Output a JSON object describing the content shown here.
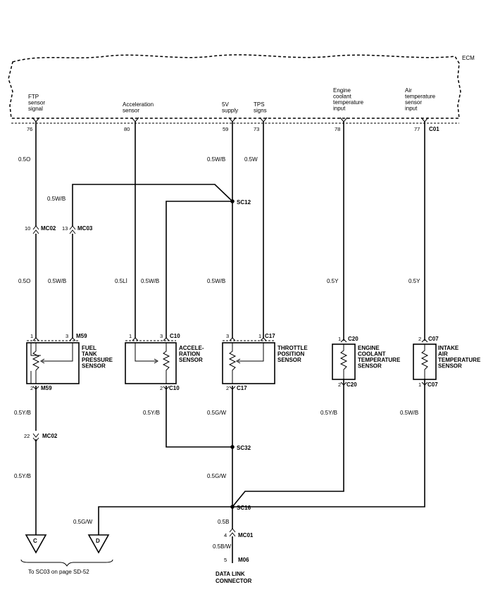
{
  "ecm": {
    "label": "ECM",
    "signals": [
      "FTP\nsensor\nsignal",
      "Acceleration\nsensor",
      "5V\nsupply",
      "TPS\nsigns",
      "Engine\ncoolant\ntemperature\ninput",
      "Air\ntemperature\nsensor\ninput"
    ],
    "pins": [
      "76",
      "80",
      "59",
      "73",
      "78",
      "77"
    ],
    "connector": "C01"
  },
  "wires": {
    "w_076": "0.5O",
    "w_059": "0.5W/B",
    "w_073": "0.5W",
    "w_ftp_ret": "0.5W/B",
    "w_ftp_sig_low": "0.5O",
    "w_ftp_ret_low": "0.5W/B",
    "w_acc_sig": "0.5Lİ",
    "w_acc_ret": "0.5W/B",
    "w_tps_5v": "0.5W/B",
    "w_ect": "0.5Y",
    "w_iat": "0.5Y",
    "w_ftp_gnd": "0.5Y/B",
    "w_acc_gnd": "0.5Y/B",
    "w_tps_gnd": "0.5G/W",
    "w_ect_gnd": "0.5Y/B",
    "w_iat_gnd": "0.5W/B",
    "w_ftp_gnd2": "0.5Y/B",
    "w_sc32_sc16": "0.5G/W",
    "w_d": "0.5G/W",
    "w_sc16_dlc": "0.5B",
    "w_dlc": "0.5B/W"
  },
  "splices": [
    "SC12",
    "SC32",
    "SC16"
  ],
  "inline": {
    "mc02_top_pin": "10",
    "mc02_top": "MC02",
    "mc03_pin": "13",
    "mc03": "MC03",
    "mc02_bot_pin": "22",
    "mc02_bot": "MC02",
    "mc01_pin": "4",
    "mc01": "MC01",
    "m06_pin": "5",
    "m06": "M06"
  },
  "sensors": {
    "ftp": {
      "name": "FUEL\nTANK\nPRESSURE\nSENSOR",
      "pin_a": "1",
      "pin_b": "3",
      "conn_top": "M59",
      "pin_bot": "2",
      "conn_bot": "M59"
    },
    "acc": {
      "name": "ACCELE-\nRATION\nSENSOR",
      "pin_a": "1",
      "pin_b": "3",
      "conn_top": "C10",
      "pin_bot": "2",
      "conn_bot": "C10"
    },
    "tps": {
      "name": "THROTTLE\nPOSITION\nSENSOR",
      "pin_a": "3",
      "pin_b": "1",
      "conn_top": "C17",
      "pin_bot": "2",
      "conn_bot": "C17"
    },
    "ect": {
      "name": "ENGINE\nCOOLANT\nTEMPERATURE\nSENSOR",
      "pin_top": "1",
      "conn_top": "C20",
      "pin_bot": "2",
      "conn_bot": "C20"
    },
    "iat": {
      "name": "INTAKE\nAIR\nTEMPERATURE\nSENSOR",
      "pin_top": "2",
      "conn_top": "C07",
      "pin_bot": "1",
      "conn_bot": "C07"
    }
  },
  "grounds": {
    "c": "C",
    "d": "D"
  },
  "footnote": "To SC03 on page SD-52",
  "dlc": "DATA LINK\nCONNECTOR"
}
